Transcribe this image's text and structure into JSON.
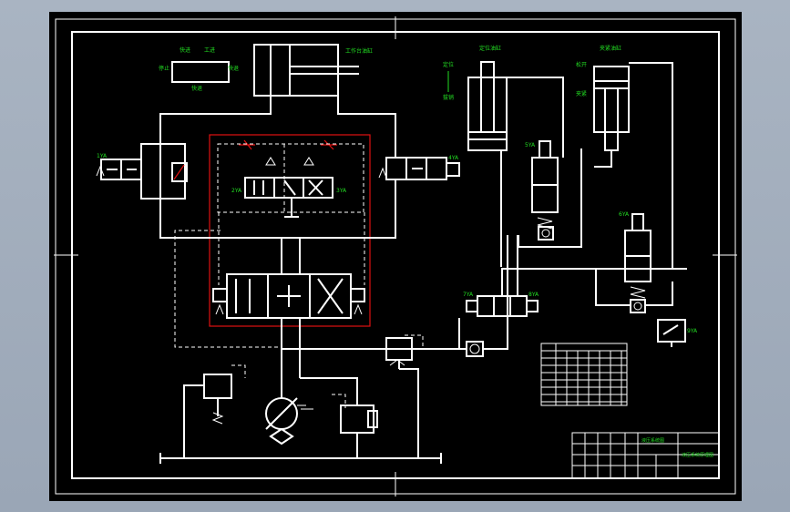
{
  "labels": {
    "cylinder_work": "工作台油缸",
    "cylinder_position": "定位油缸",
    "cylinder_clamp": "夹紧油缸",
    "table_fast": "快进",
    "table_work": "工进",
    "table_back": "快退",
    "table_stop": "停止",
    "table_sub": "快退",
    "pos_a": "定位",
    "pos_b": "拔销",
    "clamp_a": "松开",
    "clamp_b": "夹紧",
    "v1": "1YA",
    "v2": "2YA",
    "v3": "3YA",
    "v4": "4YA",
    "v5": "5YA",
    "v6": "6YA",
    "v7": "7YA",
    "v8": "8YA",
    "v9": "9YA",
    "title_block_name": "液压系统图",
    "title_block_sub": "液压系统原理图"
  },
  "colors": {
    "background": "#000000",
    "line": "#ffffff",
    "text": "#22dd22",
    "box": "#e01010"
  }
}
